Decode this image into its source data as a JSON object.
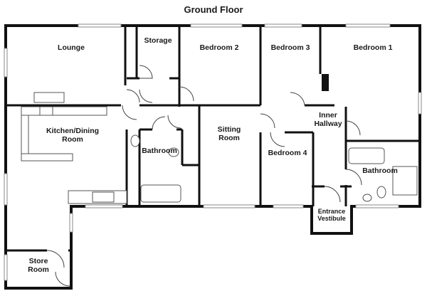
{
  "title": "Ground Floor",
  "rooms": {
    "lounge": "Lounge",
    "storage": "Storage",
    "bedroom2": "Bedroom 2",
    "bedroom3": "Bedroom 3",
    "bedroom1": "Bedroom 1",
    "kitchen_line1": "Kitchen/Dining",
    "kitchen_line2": "Room",
    "bathroom_left": "Bathroom",
    "sitting_line1": "Sitting",
    "sitting_line2": "Room",
    "inner_line1": "Inner",
    "inner_line2": "Hallway",
    "bedroom4": "Bedroom 4",
    "bathroom_right": "Bathroom",
    "entrance_line1": "Entrance",
    "entrance_line2": "Vestibule",
    "store_line1": "Store",
    "store_line2": "Room"
  }
}
